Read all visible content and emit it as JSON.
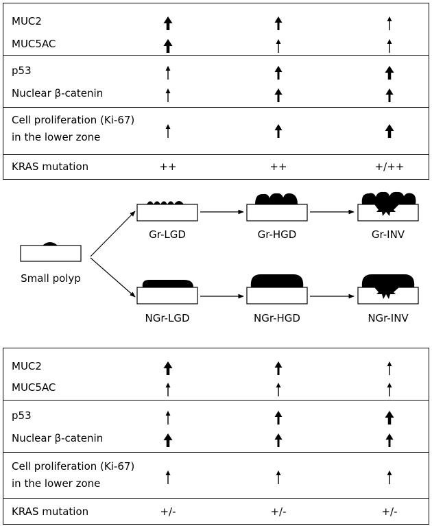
{
  "top_table": {
    "groups": [
      {
        "rows": [
          {
            "label": "MUC2",
            "arrows": [
              "thick",
              "medium",
              "thin"
            ]
          },
          {
            "label": "MUC5AC",
            "arrows": [
              "thick",
              "thin",
              "thin"
            ]
          }
        ]
      },
      {
        "rows": [
          {
            "label": "p53",
            "arrows": [
              "thin",
              "medium",
              "thick"
            ]
          },
          {
            "label": "Nuclear β-catenin",
            "arrows": [
              "thin",
              "medium",
              "medium"
            ]
          }
        ]
      },
      {
        "rows": [
          {
            "label": "Cell proliferation (Ki-67)",
            "label2": "in the lower zone",
            "arrows": [
              "thin",
              "medium",
              "thick"
            ]
          }
        ]
      }
    ],
    "kras": {
      "label": "KRAS mutation",
      "values": [
        "++",
        "++",
        "+/++"
      ]
    }
  },
  "diagram": {
    "start_label": "Small polyp",
    "granular": [
      "Gr-LGD",
      "Gr-HGD",
      "Gr-INV"
    ],
    "nongranular": [
      "NGr-LGD",
      "NGr-HGD",
      "NGr-INV"
    ]
  },
  "bottom_table": {
    "groups": [
      {
        "rows": [
          {
            "label": "MUC2",
            "arrows": [
              "thick",
              "medium",
              "thin"
            ]
          },
          {
            "label": "MUC5AC",
            "arrows": [
              "thin",
              "thin",
              "thin"
            ]
          }
        ]
      },
      {
        "rows": [
          {
            "label": "p53",
            "arrows": [
              "thin",
              "medium",
              "thick"
            ]
          },
          {
            "label": "Nuclear β-catenin",
            "arrows": [
              "thick",
              "medium",
              "medium"
            ]
          }
        ]
      },
      {
        "rows": [
          {
            "label": "Cell proliferation (Ki-67)",
            "label2": "in the lower zone",
            "arrows": [
              "thin",
              "thin",
              "thin"
            ]
          }
        ]
      }
    ],
    "kras": {
      "label": "KRAS mutation",
      "values": [
        "+/-",
        "+/-",
        "+/-"
      ]
    }
  }
}
